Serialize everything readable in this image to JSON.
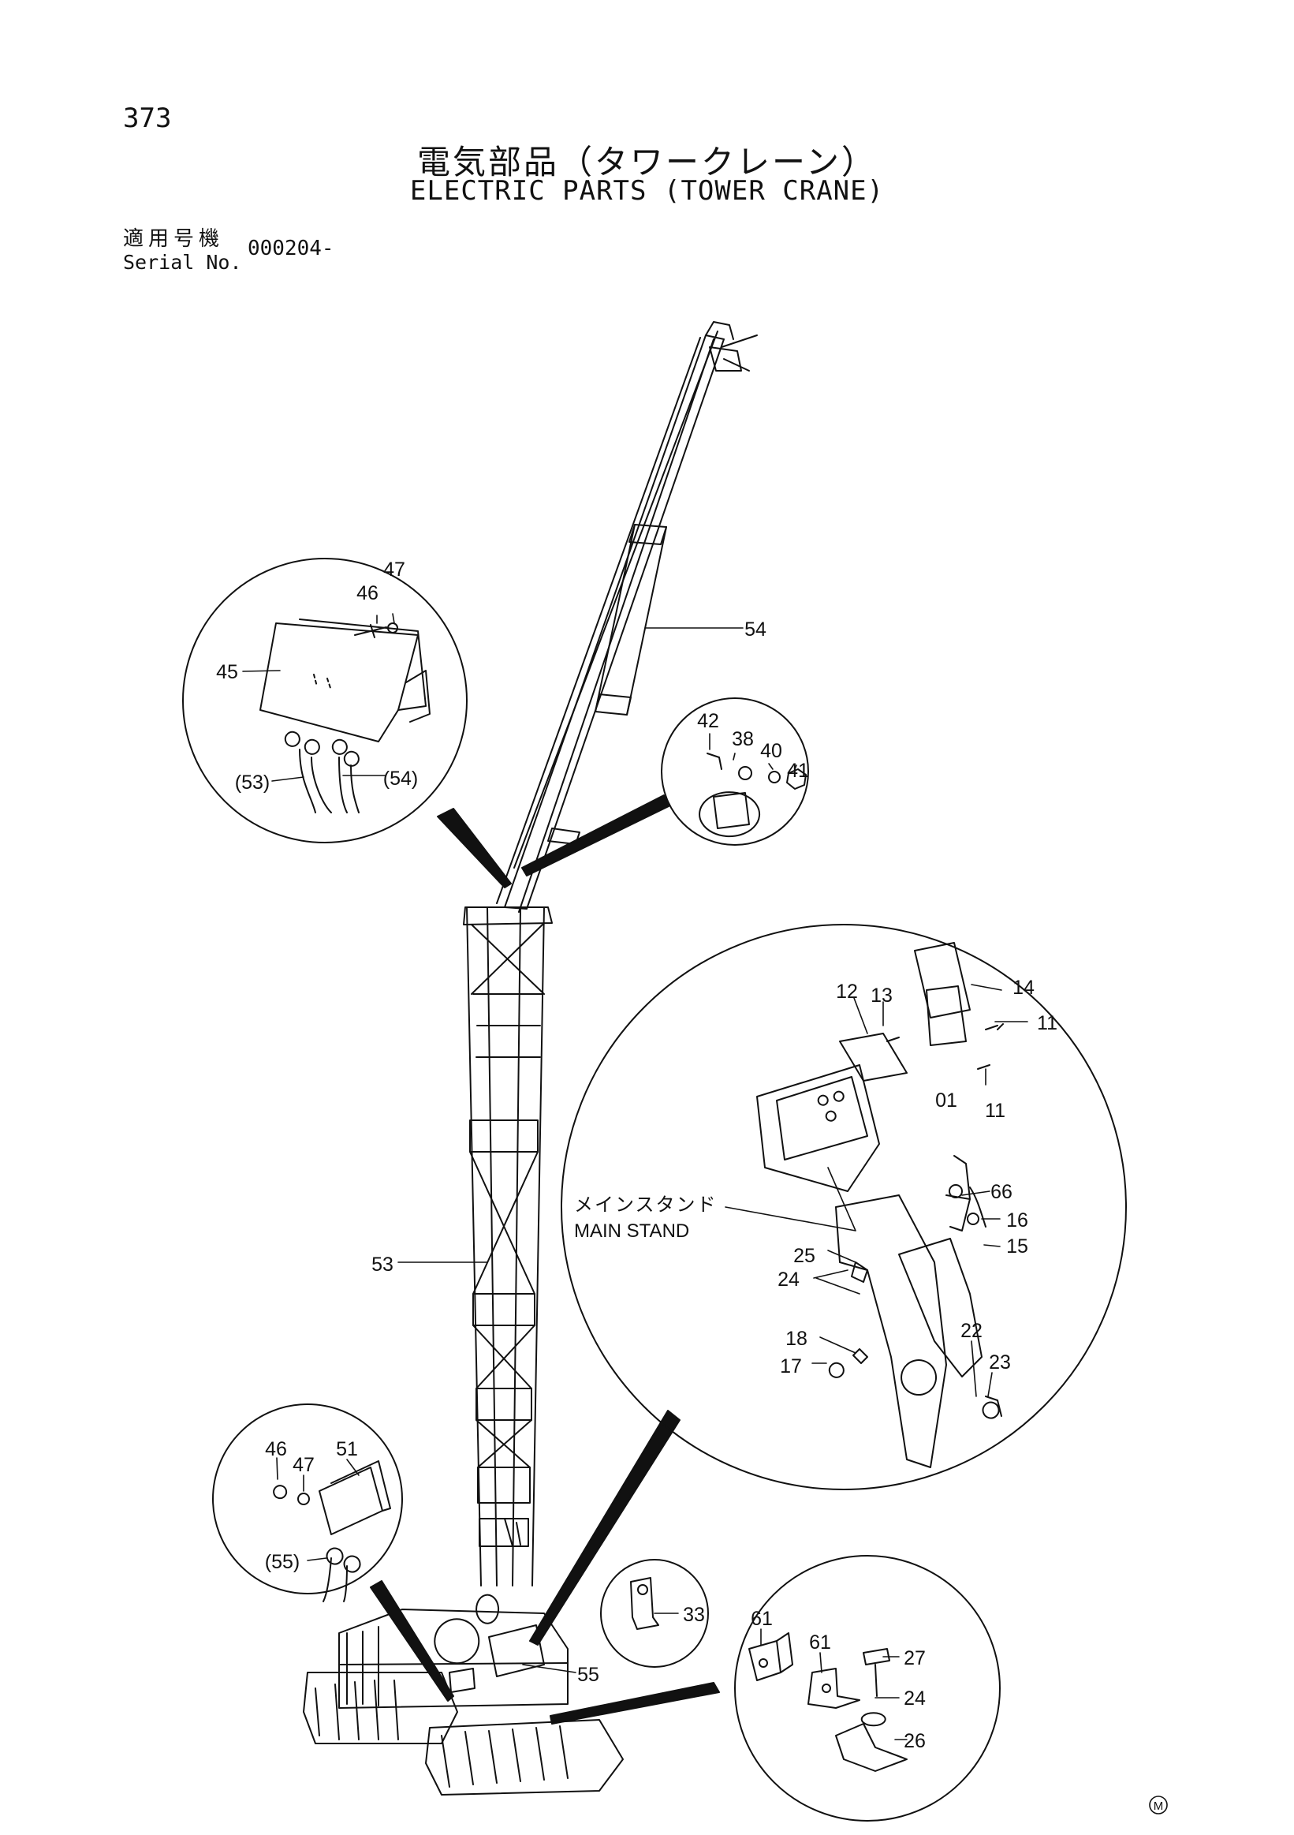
{
  "header": {
    "page_number": "373",
    "title_jp": "電気部品（タワークレーン）",
    "title_en": "ELECTRIC PARTS (TOWER CRANE)",
    "serial_label_jp": "適用号機",
    "serial_label_en": "Serial No.",
    "serial_value": "000204-"
  },
  "callouts": {
    "c54": "54",
    "c53": "53",
    "c55": "55",
    "c33": "33",
    "d1_45": "45",
    "d1_46": "46",
    "d1_47": "47",
    "d1_53": "(53)",
    "d1_54": "(54)",
    "d2_42": "42",
    "d2_38": "38",
    "d2_40": "40",
    "d2_41": "41",
    "d3_12": "12",
    "d3_13": "13",
    "d3_14": "14",
    "d3_11a": "11",
    "d3_11b": "11",
    "d3_01": "01",
    "d3_66": "66",
    "d3_16": "16",
    "d3_15": "15",
    "d3_25": "25",
    "d3_24": "24",
    "d3_18": "18",
    "d3_17": "17",
    "d3_22": "22",
    "d3_23": "23",
    "d4_46": "46",
    "d4_47": "47",
    "d4_51": "51",
    "d4_55": "(55)",
    "d5_61a": "61",
    "d5_61b": "61",
    "d5_27": "27",
    "d5_24": "24",
    "d5_26": "26"
  },
  "main_stand_jp": "メインスタンド",
  "main_stand_en": "MAIN STAND",
  "footer_mark": "M",
  "colors": {
    "ink": "#111111",
    "paper": "#ffffff"
  }
}
